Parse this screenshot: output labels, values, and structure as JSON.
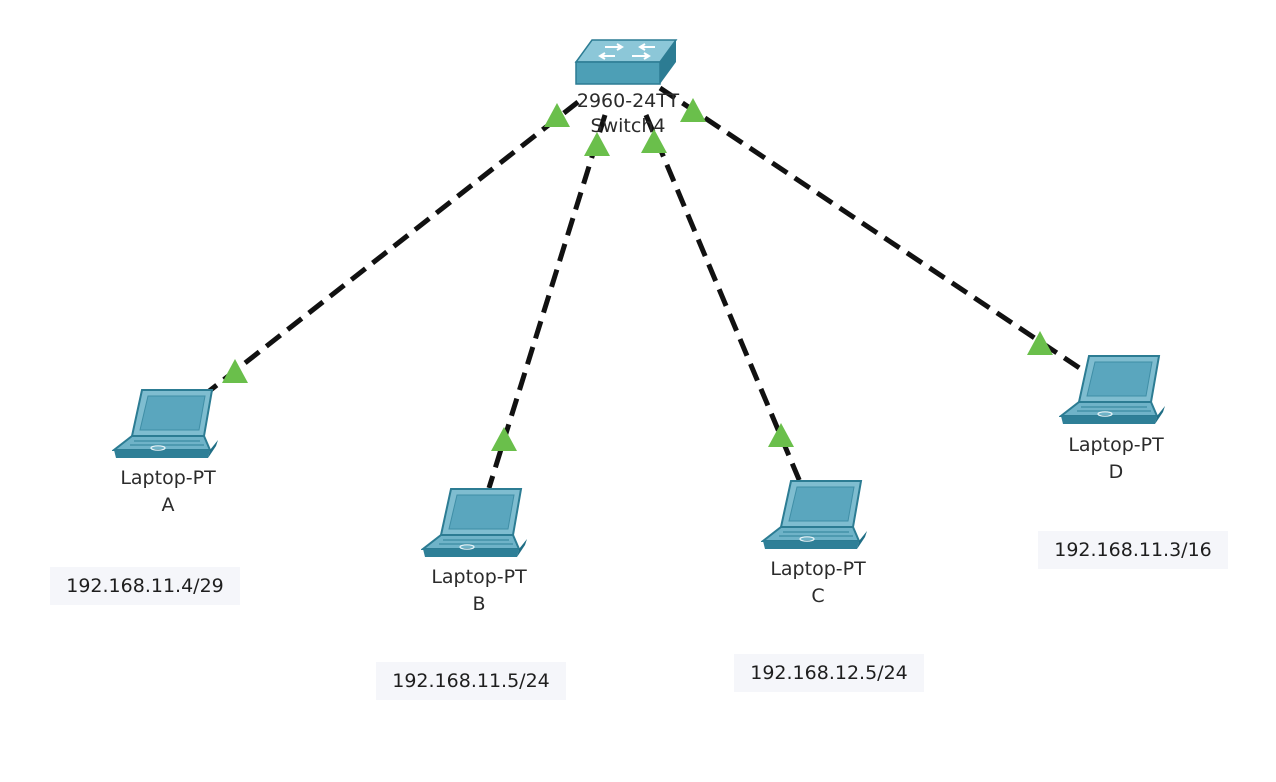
{
  "switch": {
    "model": "2960-24TT",
    "name": "Switch4"
  },
  "laptops": [
    {
      "type": "Laptop-PT",
      "name": "A",
      "ip": "192.168.11.4/29"
    },
    {
      "type": "Laptop-PT",
      "name": "B",
      "ip": "192.168.11.5/24"
    },
    {
      "type": "Laptop-PT",
      "name": "C",
      "ip": "192.168.12.5/24"
    },
    {
      "type": "Laptop-PT",
      "name": "D",
      "ip": "192.168.11.3/16"
    }
  ],
  "link_status": "up",
  "colors": {
    "link": "#111111",
    "status_up": "#6abf4b",
    "device": "#4d9fb6",
    "device_dark": "#2c7c93",
    "screen": "#5aa6be"
  }
}
